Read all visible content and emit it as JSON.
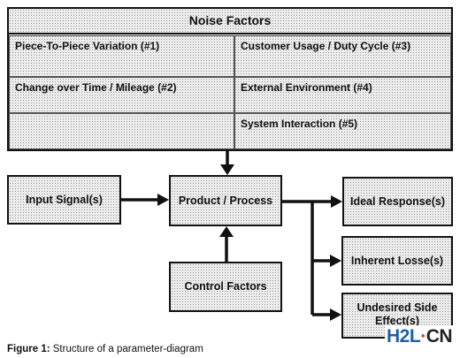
{
  "noise_factors": {
    "title": "Noise Factors",
    "cells": {
      "piece_to_piece": "Piece-To-Piece Variation (#1)",
      "customer_usage": "Customer Usage / Duty Cycle (#3)",
      "change_over_time": "Change over Time / Mileage (#2)",
      "external_environment": "External Environment (#4)",
      "system_interaction": "System Interaction (#5)"
    }
  },
  "flow": {
    "input_signal": "Input Signal(s)",
    "product_process": "Product / Process",
    "control_factors": "Control Factors",
    "ideal_response": "Ideal Response(s)",
    "inherent_losses": "Inherent Losse(s)",
    "undesired_side_effects": "Undesired Side Effect(s)"
  },
  "caption": {
    "label": "Figure 1:",
    "text": "Structure of a parameter-diagram"
  },
  "watermark": {
    "h2l": "H2L",
    "dot": "·",
    "cn": "CN"
  },
  "colors": {
    "fill_pattern": "#ececec",
    "line": "#111111",
    "watermark_blue": "#1e5fa8",
    "watermark_red": "#d62a2a"
  }
}
